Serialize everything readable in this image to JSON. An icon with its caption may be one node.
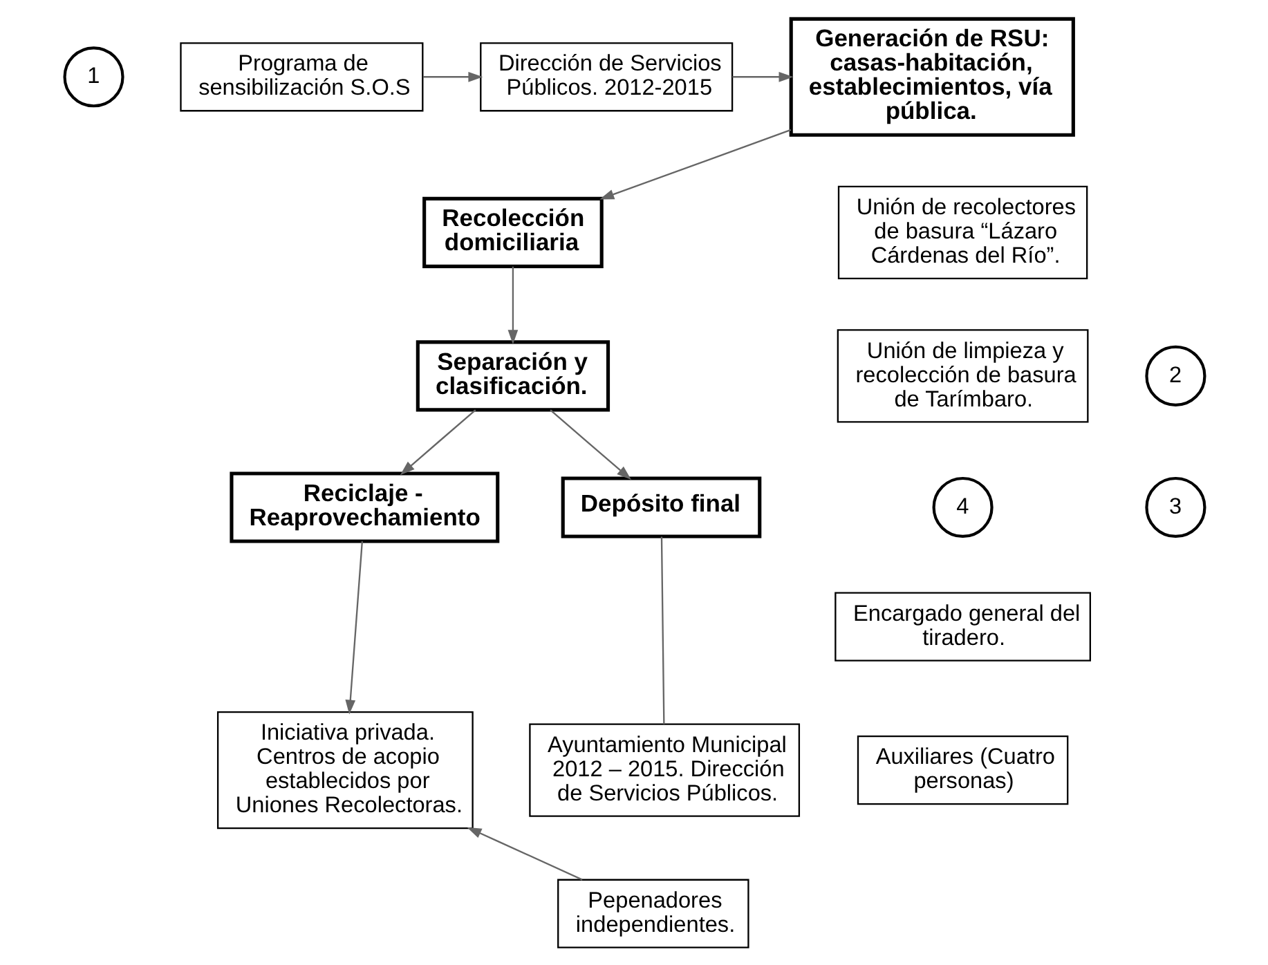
{
  "diagram": {
    "nodes": [
      {
        "text": [
          "Generación de RSU: casas-habitación, establecimientos, vía pública."
        ]
      },
      {
        "text": [
          "1"
        ]
      },
      {
        "text": [
          "Dirección de Servicios Públicos. 2012-2015"
        ]
      },
      {
        "text": [
          "Programa de sensibilización S.O.S"
        ]
      },
      {
        "text": [
          "Recolección domiciliaria"
        ]
      },
      {
        "text": [
          "Unión de recolectores de basura “Lázaro Cárdenas del Río”."
        ]
      },
      {
        "text": [
          "2"
        ]
      },
      {
        "text": [
          "Separación y clasificación."
        ]
      },
      {
        "text": [
          "Unión de limpieza y recolección de basura de Tarímbaro."
        ]
      },
      {
        "text": [
          "4"
        ]
      },
      {
        "text": [
          "3"
        ]
      },
      {
        "text": [
          "Reciclaje - Reaprovechamiento"
        ]
      },
      {
        "text": [
          "Depósito final"
        ]
      },
      {
        "text": [
          "Encargado general del tiradero."
        ]
      },
      {
        "text": [
          "Iniciativa privada. Centros de acopio establecidos por Uniones Recolectoras."
        ]
      },
      {
        "text": [
          "Ayuntamiento Municipal 2012 – 2015. Dirección de Servicios Públicos."
        ]
      },
      {
        "text": [
          "Auxiliares (Cuatro personas)"
        ]
      },
      {
        "text": [
          "Pepenadores independientes."
        ]
      }
    ],
    "edges": [
      {
        "from": 2,
        "to": 0,
        "arrow": "to"
      },
      {
        "from": 3,
        "to": 2,
        "arrow": "to"
      },
      {
        "from": 0,
        "to": 4,
        "arrow": "to"
      },
      {
        "from": 4,
        "to": 7,
        "arrow": "to"
      },
      {
        "from": 7,
        "to": 11,
        "arrow": "to"
      },
      {
        "from": 7,
        "to": 12,
        "arrow": "to"
      },
      {
        "from": 11,
        "to": 14,
        "arrow": "to"
      },
      {
        "from": 12,
        "to": 15,
        "arrow": "none"
      },
      {
        "from": 17,
        "to": 14,
        "arrow": "to"
      }
    ]
  }
}
